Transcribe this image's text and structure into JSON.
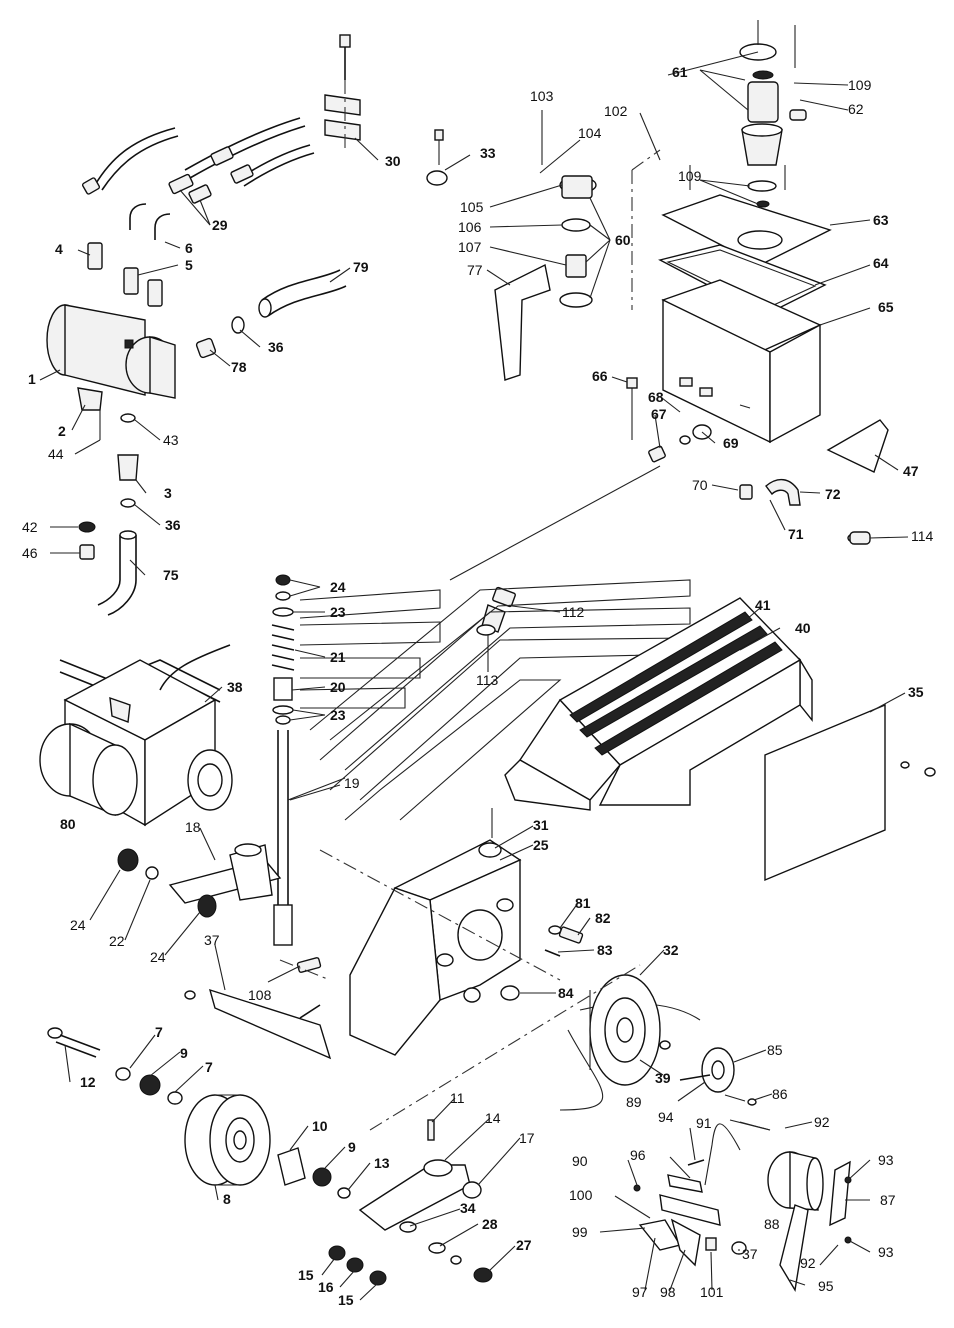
{
  "callouts": [
    {
      "id": "c1",
      "text": "1"
    },
    {
      "id": "c2",
      "text": "2"
    },
    {
      "id": "c3",
      "text": "3"
    },
    {
      "id": "c4",
      "text": "4"
    },
    {
      "id": "c5",
      "text": "5"
    },
    {
      "id": "c6",
      "text": "6"
    },
    {
      "id": "c7a",
      "text": "7"
    },
    {
      "id": "c7b",
      "text": "7"
    },
    {
      "id": "c8",
      "text": "8"
    },
    {
      "id": "c9a",
      "text": "9"
    },
    {
      "id": "c9b",
      "text": "9"
    },
    {
      "id": "c10",
      "text": "10"
    },
    {
      "id": "c11",
      "text": "11"
    },
    {
      "id": "c12",
      "text": "12"
    },
    {
      "id": "c13",
      "text": "13"
    },
    {
      "id": "c14",
      "text": "14"
    },
    {
      "id": "c15a",
      "text": "15"
    },
    {
      "id": "c15b",
      "text": "15"
    },
    {
      "id": "c16",
      "text": "16"
    },
    {
      "id": "c17",
      "text": "17"
    },
    {
      "id": "c18",
      "text": "18"
    },
    {
      "id": "c19",
      "text": "19"
    },
    {
      "id": "c20",
      "text": "20"
    },
    {
      "id": "c21",
      "text": "21"
    },
    {
      "id": "c22",
      "text": "22"
    },
    {
      "id": "c23a",
      "text": "23"
    },
    {
      "id": "c23b",
      "text": "23"
    },
    {
      "id": "c24a",
      "text": "24"
    },
    {
      "id": "c24b",
      "text": "24"
    },
    {
      "id": "c24c",
      "text": "24"
    },
    {
      "id": "c25",
      "text": "25"
    },
    {
      "id": "c27",
      "text": "27"
    },
    {
      "id": "c28",
      "text": "28"
    },
    {
      "id": "c29",
      "text": "29"
    },
    {
      "id": "c30",
      "text": "30"
    },
    {
      "id": "c31",
      "text": "31"
    },
    {
      "id": "c32",
      "text": "32"
    },
    {
      "id": "c33",
      "text": "33"
    },
    {
      "id": "c34",
      "text": "34"
    },
    {
      "id": "c35",
      "text": "35"
    },
    {
      "id": "c36a",
      "text": "36"
    },
    {
      "id": "c36b",
      "text": "36"
    },
    {
      "id": "c37a",
      "text": "37"
    },
    {
      "id": "c37b",
      "text": "37"
    },
    {
      "id": "c38",
      "text": "38"
    },
    {
      "id": "c39",
      "text": "39"
    },
    {
      "id": "c40",
      "text": "40"
    },
    {
      "id": "c41",
      "text": "41"
    },
    {
      "id": "c42",
      "text": "42"
    },
    {
      "id": "c43",
      "text": "43"
    },
    {
      "id": "c44",
      "text": "44"
    },
    {
      "id": "c46",
      "text": "46"
    },
    {
      "id": "c47",
      "text": "47"
    },
    {
      "id": "c60",
      "text": "60"
    },
    {
      "id": "c61",
      "text": "61"
    },
    {
      "id": "c62",
      "text": "62"
    },
    {
      "id": "c63",
      "text": "63"
    },
    {
      "id": "c64",
      "text": "64"
    },
    {
      "id": "c65",
      "text": "65"
    },
    {
      "id": "c66",
      "text": "66"
    },
    {
      "id": "c67",
      "text": "67"
    },
    {
      "id": "c68",
      "text": "68"
    },
    {
      "id": "c69",
      "text": "69"
    },
    {
      "id": "c70",
      "text": "70"
    },
    {
      "id": "c71",
      "text": "71"
    },
    {
      "id": "c72",
      "text": "72"
    },
    {
      "id": "c75",
      "text": "75"
    },
    {
      "id": "c77",
      "text": "77"
    },
    {
      "id": "c78",
      "text": "78"
    },
    {
      "id": "c79",
      "text": "79"
    },
    {
      "id": "c80",
      "text": "80"
    },
    {
      "id": "c81",
      "text": "81"
    },
    {
      "id": "c82",
      "text": "82"
    },
    {
      "id": "c83",
      "text": "83"
    },
    {
      "id": "c84",
      "text": "84"
    },
    {
      "id": "c85",
      "text": "85"
    },
    {
      "id": "c86",
      "text": "86"
    },
    {
      "id": "c87",
      "text": "87"
    },
    {
      "id": "c88",
      "text": "88"
    },
    {
      "id": "c89",
      "text": "89"
    },
    {
      "id": "c90",
      "text": "90"
    },
    {
      "id": "c91",
      "text": "91"
    },
    {
      "id": "c92a",
      "text": "92"
    },
    {
      "id": "c92b",
      "text": "92"
    },
    {
      "id": "c93a",
      "text": "93"
    },
    {
      "id": "c93b",
      "text": "93"
    },
    {
      "id": "c94",
      "text": "94"
    },
    {
      "id": "c95",
      "text": "95"
    },
    {
      "id": "c96",
      "text": "96"
    },
    {
      "id": "c97",
      "text": "97"
    },
    {
      "id": "c98",
      "text": "98"
    },
    {
      "id": "c99",
      "text": "99"
    },
    {
      "id": "c100",
      "text": "100"
    },
    {
      "id": "c101",
      "text": "101"
    },
    {
      "id": "c102",
      "text": "102"
    },
    {
      "id": "c103",
      "text": "103"
    },
    {
      "id": "c104",
      "text": "104"
    },
    {
      "id": "c105",
      "text": "105"
    },
    {
      "id": "c106",
      "text": "106"
    },
    {
      "id": "c107",
      "text": "107"
    },
    {
      "id": "c108",
      "text": "108"
    },
    {
      "id": "c109a",
      "text": "109"
    },
    {
      "id": "c109b",
      "text": "109"
    },
    {
      "id": "c112",
      "text": "112"
    },
    {
      "id": "c113",
      "text": "113"
    },
    {
      "id": "c114",
      "text": "114"
    }
  ]
}
